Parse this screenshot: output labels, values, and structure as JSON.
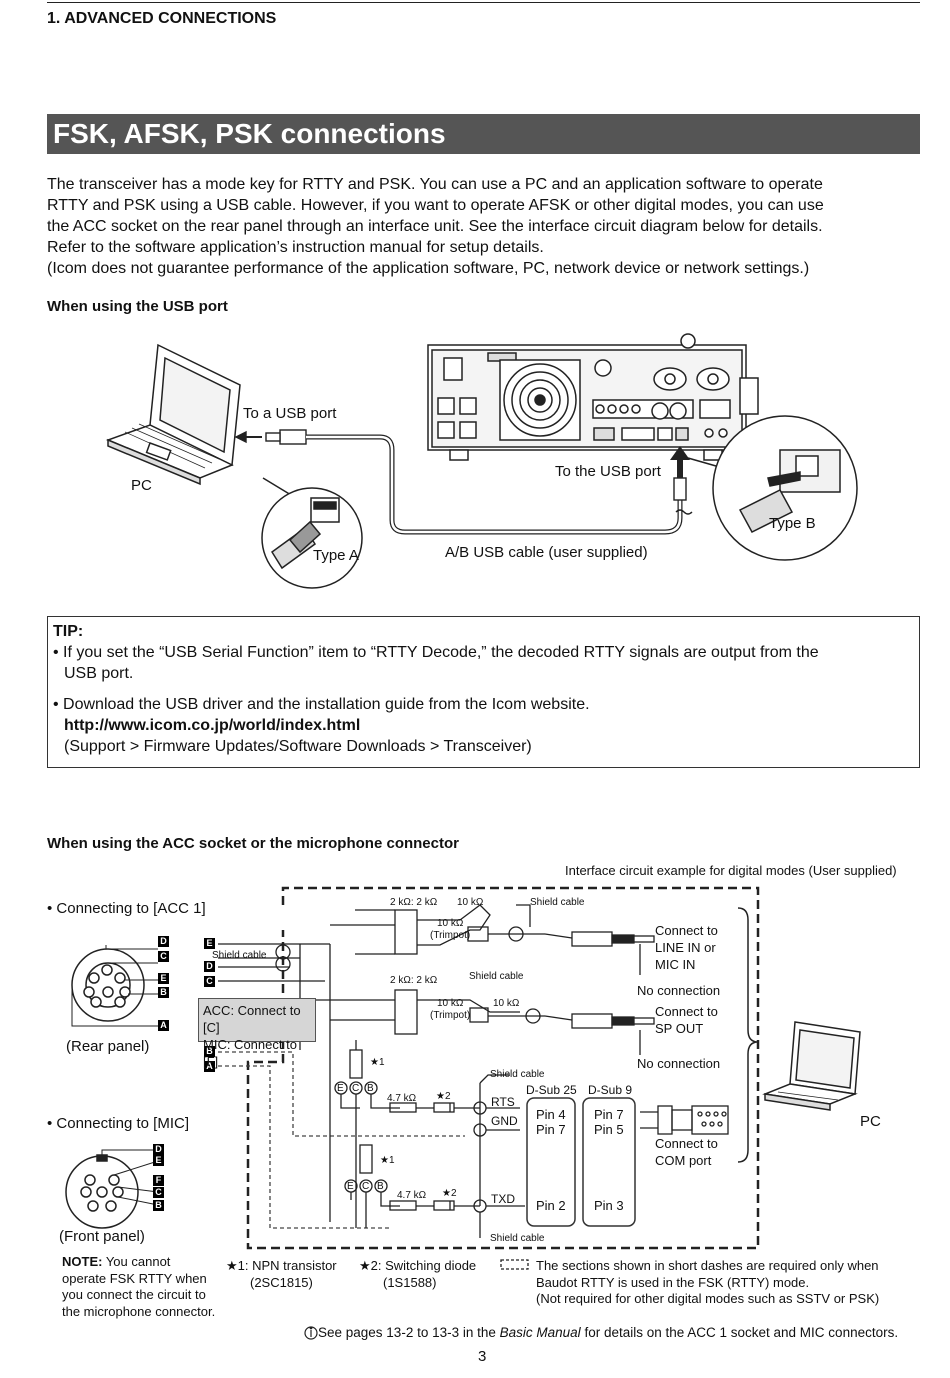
{
  "header": {
    "chapter": "1. ADVANCED CONNECTIONS"
  },
  "section_title": "FSK, AFSK, PSK connections",
  "intro": [
    "The transceiver has a mode key for RTTY and PSK. You can use a PC and an application software to operate",
    "RTTY and PSK using a USB cable. However, if you want to operate AFSK or other digital modes, you can use",
    "the ACC socket on the rear panel through an interface unit.  See the interface circuit diagram below for details.",
    "Refer to the software application’s instruction manual for setup details.",
    "(Icom does not guarantee performance of the application software, PC, network device or network settings.)"
  ],
  "usb": {
    "heading": "When using the USB port",
    "to_usb_port_pc": "To a USB port",
    "pc": "PC",
    "to_usb_port_radio": "To the USB port",
    "type_a": "Type A",
    "type_b": "Type B",
    "cable": "A/B USB cable (user supplied)"
  },
  "tip": {
    "title": "TIP:",
    "bullet1_line1": "• If you set the “USB Serial Function” item to “RTTY Decode,” the decoded RTTY signals are output from the",
    "bullet1_line2": "USB port.",
    "bullet2_line1": "• Download the USB driver and the installation guide from the Icom website.",
    "url": "http://www.icom.co.jp/world/index.html",
    "path": "(Support > Firmware Updates/Software Downloads > Transceiver)"
  },
  "acc": {
    "heading": "When using the ACC socket or the microphone connector",
    "caption": "Interface circuit example for digital modes (User supplied)",
    "connecting_acc": "• Connecting to [ACC 1]",
    "rear_panel": "(Rear panel)",
    "connecting_mic": "• Connecting to [MIC]",
    "front_panel": "(Front panel)",
    "grey_box_line1": "ACC: Connect to [C]",
    "grey_box_line2": "MIC: Connect to [F]",
    "shield_cable": "Shield cable",
    "r1": "2 kΩ: 2 kΩ",
    "r2": "10 kΩ",
    "trim": "10 kΩ",
    "trimpot": "(Trimpot)",
    "r3": "2 kΩ: 2 kΩ",
    "r4": "10 kΩ",
    "trim2": "10 kΩ",
    "trimpot2": "(Trimpot)",
    "r47a": "4.7 kΩ",
    "r47b": "4.7 kΩ",
    "star1": "★1",
    "star2": "★2",
    "ecb": [
      "E",
      "C",
      "B"
    ],
    "rts": "RTS",
    "gnd": "GND",
    "txd": "TXD",
    "dsub25": "D-Sub 25",
    "dsub9": "D-Sub 9",
    "pin4": "Pin 4",
    "pin7a": "Pin 7",
    "pin7b": "Pin 7",
    "pin5": "Pin 5",
    "pin2": "Pin 2",
    "pin3": "Pin 3",
    "connect_line_in_1": "Connect to",
    "connect_line_in_2": "LINE IN or",
    "connect_line_in_3": "MIC IN",
    "no_connection_1": "No connection",
    "connect_sp_1": "Connect to",
    "connect_sp_2": "SP OUT",
    "no_connection_2": "No connection",
    "connect_com_1": "Connect to",
    "connect_com_2": "COM port",
    "pc": "PC",
    "letters_acc": [
      "D",
      "C",
      "E",
      "B",
      "A"
    ],
    "letters_mic": [
      "D",
      "E",
      "F",
      "C",
      "B"
    ],
    "letters_circuit": [
      "E",
      "D",
      "C",
      "B",
      "A"
    ],
    "note_bold": "NOTE:",
    "note_1": " You cannot",
    "note_2": "operate FSK RTTY when",
    "note_3": "you connect the circuit to",
    "note_4": "the microphone connector.",
    "fn1_a": "★1: NPN transistor",
    "fn1_b": "(2SC1815)",
    "fn2_a": "★2: Switching diode",
    "fn2_b": "(1S1588)",
    "fn3_a": "The sections shown in short dashes are required only when",
    "fn3_b": "Baudot RTTY is used in the FSK (RTTY) mode.",
    "fn3_c": "(Not required for other digital modes such as SSTV or PSK)"
  },
  "reference": {
    "prefix": "See pages 13-2 to 13-3 in the ",
    "manual": "Basic Manual",
    "suffix": " for details on the ACC 1 socket and MIC connectors."
  },
  "page_number": "3"
}
